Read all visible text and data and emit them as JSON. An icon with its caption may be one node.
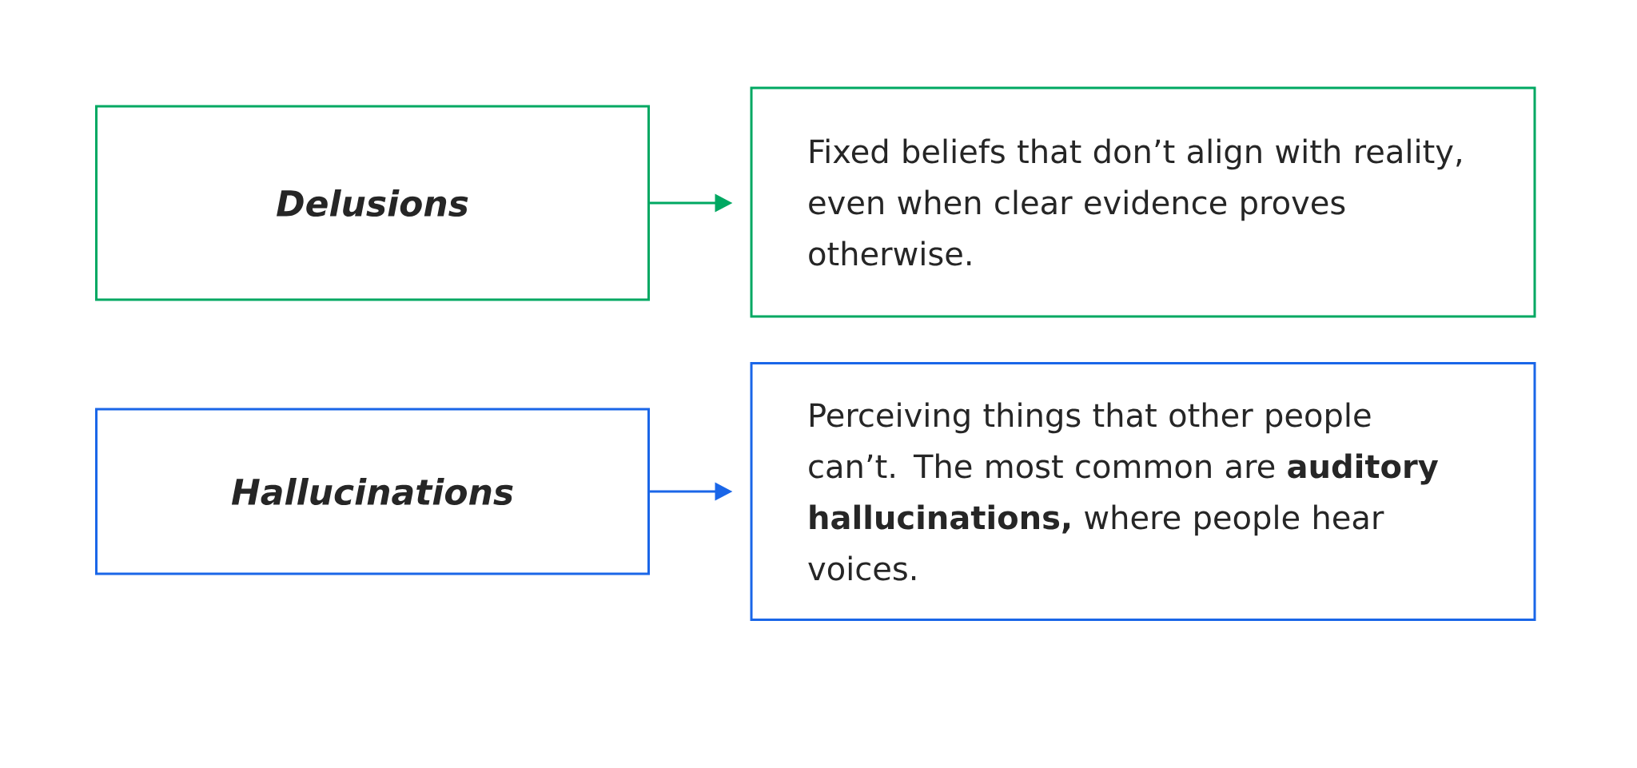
{
  "diagram": {
    "nodes": [
      {
        "text": [
          "Delusions"
        ]
      },
      {
        "text": [
          "Fixed beliefs that don’t align with reality, even when clear evidence proves otherwise."
        ]
      },
      {
        "text": [
          "Hallucinations"
        ]
      },
      {
        "text": [
          "Perceiving things that other people can’t. The most common are **auditory hallucinations,** where people hear voices."
        ]
      }
    ],
    "edges": [
      {
        "from": 0,
        "to": 1,
        "arrow": "to",
        "color": "#00a862"
      },
      {
        "from": 2,
        "to": 3,
        "arrow": "to",
        "color": "#1a66e8"
      }
    ]
  }
}
